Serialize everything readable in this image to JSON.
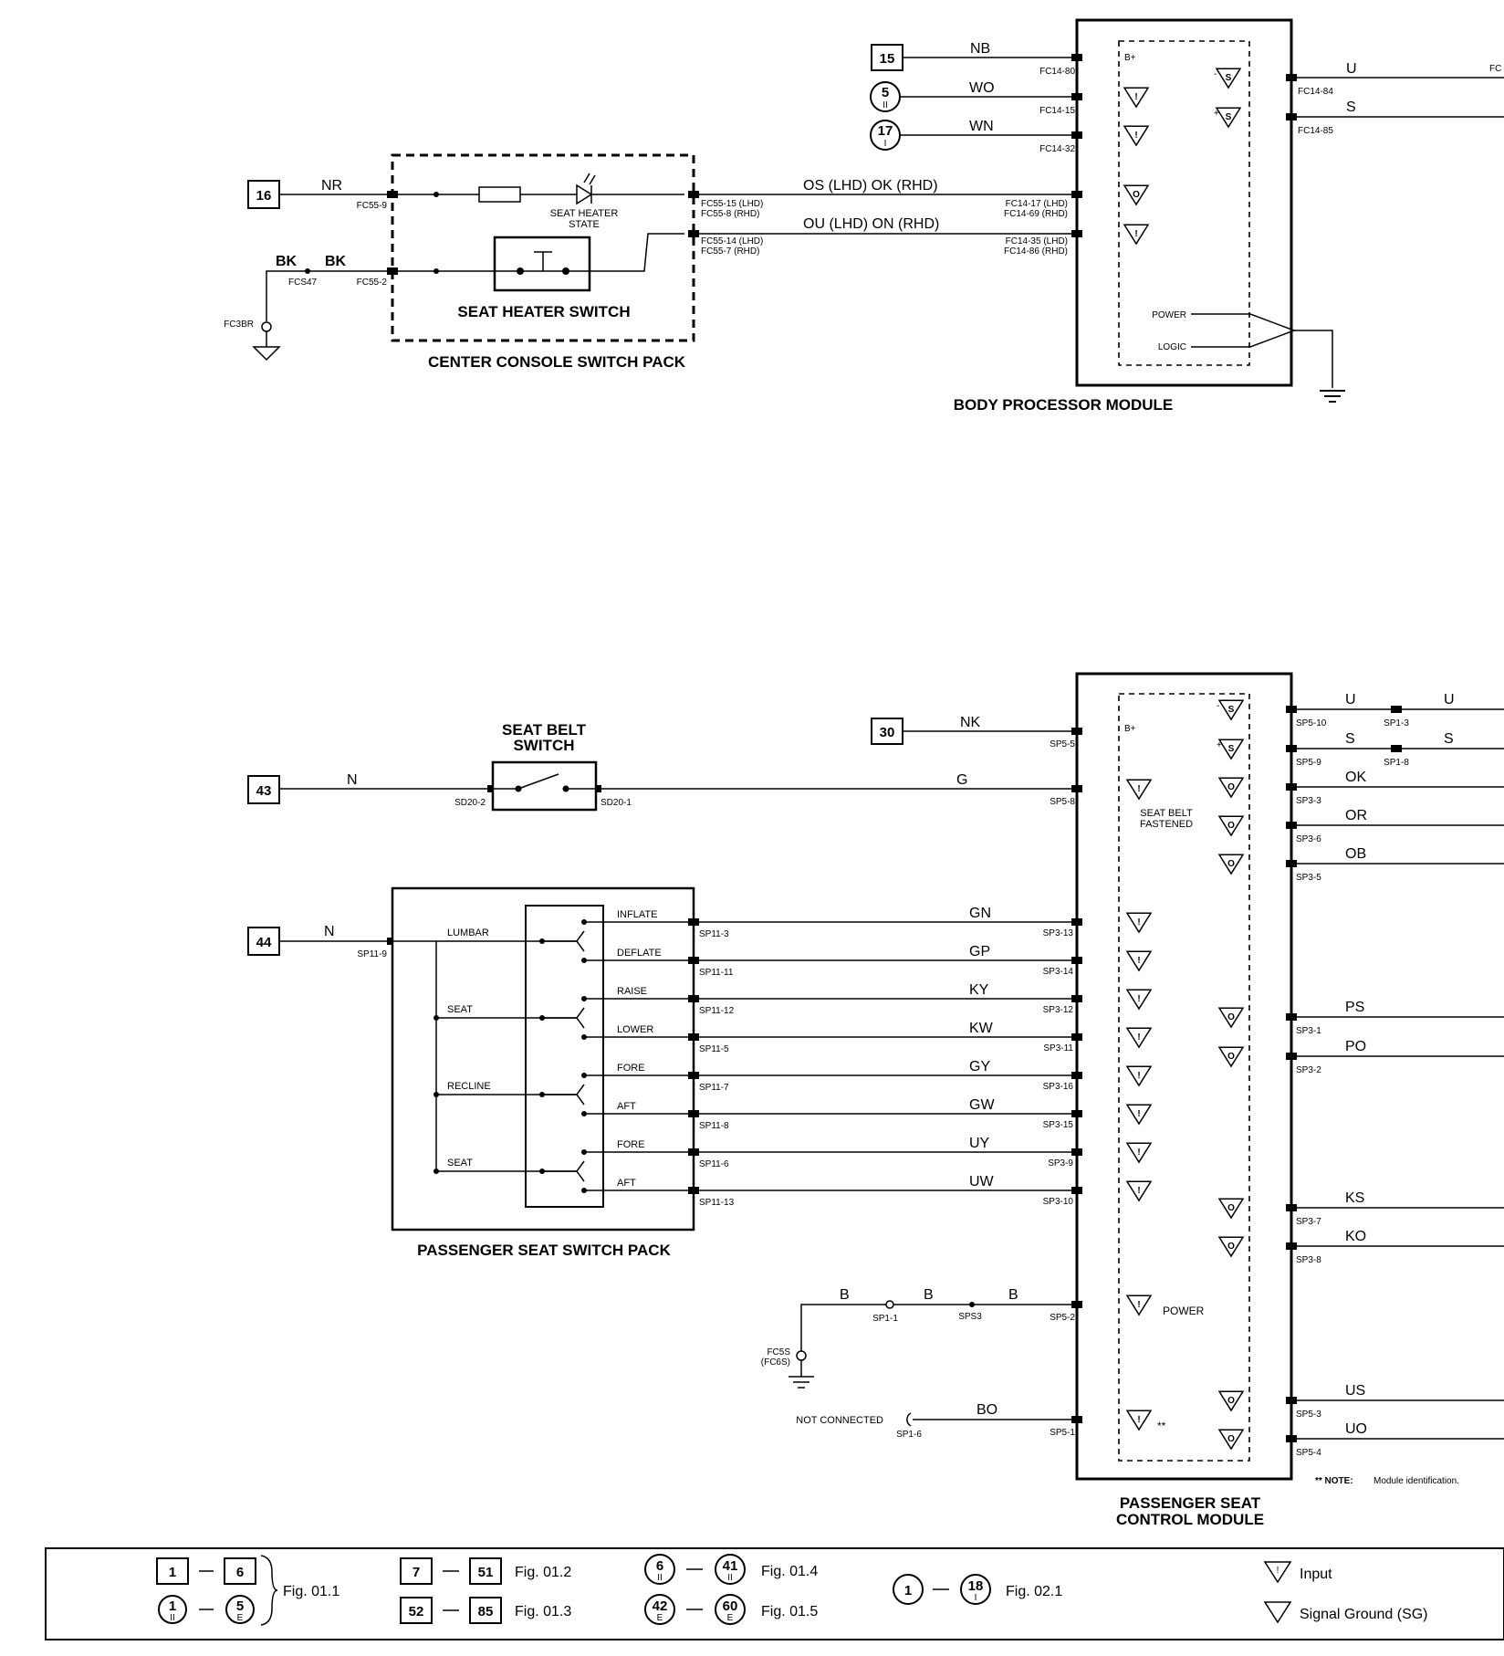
{
  "top": {
    "bpm": {
      "title": "BODY PROCESSOR MODULE",
      "bplus": "B+",
      "power": "POWER",
      "logic": "LOGIC"
    },
    "ccsp": {
      "title": "CENTER CONSOLE SWITCH PACK",
      "led_label_1": "SEAT HEATER",
      "led_label_2": "STATE",
      "switch_label": "SEAT HEATER SWITCH",
      "pin_in": "FC55-9",
      "pin_gnd": "FC55-2",
      "pin_out1_lhd": "FC55-15 (LHD)",
      "pin_out1_rhd": "FC55-8 (RHD)",
      "pin_out2_lhd": "FC55-14 (LHD)",
      "pin_out2_rhd": "FC55-7 (RHD)"
    },
    "wires": {
      "nb": {
        "label": "NB",
        "pin": "FC14-80",
        "ref": "15"
      },
      "wo": {
        "label": "WO",
        "pin": "FC14-15",
        "ref": "5",
        "ref_sub": "II"
      },
      "wn": {
        "label": "WN",
        "pin": "FC14-32",
        "ref": "17",
        "ref_sub": "I"
      },
      "nr": {
        "label": "NR",
        "ref": "16"
      },
      "os": {
        "label": "OS (LHD)  OK (RHD)",
        "pin_lhd": "FC14-17 (LHD)",
        "pin_rhd": "FC14-69 (RHD)"
      },
      "ou": {
        "label": "OU (LHD)  ON (RHD)",
        "pin_lhd": "FC14-35 (LHD)",
        "pin_rhd": "FC14-86 (RHD)"
      },
      "bk1": "BK",
      "bk2": "BK",
      "splice": "FCS47",
      "ground": "FC3BR",
      "u_out": {
        "label": "U",
        "pin": "FC14-84",
        "edge": "FC"
      },
      "s_out": {
        "label": "S",
        "pin": "FC14-85"
      }
    }
  },
  "bottom": {
    "pscm": {
      "title_1": "PASSENGER SEAT",
      "title_2": "CONTROL MODULE",
      "bplus": "B+",
      "fastened_1": "SEAT BELT",
      "fastened_2": "FASTENED",
      "power": "POWER",
      "note_mark": "**"
    },
    "seatbelt": {
      "title_1": "SEAT BELT",
      "title_2": "SWITCH",
      "pin_in": "SD20-2",
      "pin_out": "SD20-1",
      "wire_in": "N",
      "wire_out": "G",
      "ref": "43",
      "module_pin": "SP5-8"
    },
    "nk": {
      "label": "NK",
      "ref": "30",
      "pin": "SP5-5"
    },
    "pssp": {
      "title": "PASSENGER SEAT SWITCH PACK",
      "ref": "44",
      "wire_in": "N",
      "pin_in": "SP11-9",
      "groups": [
        "LUMBAR",
        "SEAT",
        "RECLINE",
        "SEAT"
      ],
      "switches": [
        {
          "label": "INFLATE",
          "pin": "SP11-3",
          "wire": "GN",
          "mpin": "SP3-13"
        },
        {
          "label": "DEFLATE",
          "pin": "SP11-11",
          "wire": "GP",
          "mpin": "SP3-14"
        },
        {
          "label": "RAISE",
          "pin": "SP11-12",
          "wire": "KY",
          "mpin": "SP3-12"
        },
        {
          "label": "LOWER",
          "pin": "SP11-5",
          "wire": "KW",
          "mpin": "SP3-11"
        },
        {
          "label": "FORE",
          "pin": "SP11-7",
          "wire": "GY",
          "mpin": "SP3-16"
        },
        {
          "label": "AFT",
          "pin": "SP11-8",
          "wire": "GW",
          "mpin": "SP3-15"
        },
        {
          "label": "FORE",
          "pin": "SP11-6",
          "wire": "UY",
          "mpin": "SP3-9"
        },
        {
          "label": "AFT",
          "pin": "SP11-13",
          "wire": "UW",
          "mpin": "SP3-10"
        }
      ]
    },
    "outputs": [
      {
        "wire": "U",
        "pin": "SP5-10",
        "splice": "SP1-3",
        "wire2": "U"
      },
      {
        "wire": "S",
        "pin": "SP5-9",
        "splice": "SP1-8",
        "wire2": "S"
      },
      {
        "wire": "OK",
        "pin": "SP3-3"
      },
      {
        "wire": "OR",
        "pin": "SP3-6"
      },
      {
        "wire": "OB",
        "pin": "SP3-5"
      },
      {
        "wire": "PS",
        "pin": "SP3-1"
      },
      {
        "wire": "PO",
        "pin": "SP3-2"
      },
      {
        "wire": "KS",
        "pin": "SP3-7"
      },
      {
        "wire": "KO",
        "pin": "SP3-8"
      },
      {
        "wire": "US",
        "pin": "SP5-3"
      },
      {
        "wire": "UO",
        "pin": "SP5-4"
      }
    ],
    "ground_b": {
      "w1": "B",
      "w2": "B",
      "w3": "B",
      "pin1": "SP1-1",
      "splice": "SPS3",
      "mpin": "SP5-2",
      "gnd_1": "FC5S",
      "gnd_2": "(FC6S)"
    },
    "bo": {
      "label": "BO",
      "nc": "NOT CONNECTED",
      "pin_nc": "SP1-6",
      "mpin": "SP5-1"
    },
    "note_1": "** NOTE:",
    "note_2": "Module identification."
  },
  "legend": {
    "g1_a": "1",
    "g1_b": "6",
    "g1_c": "1",
    "g1_c_sub": "II",
    "g1_d": "5",
    "g1_d_sub": "E",
    "g1_fig": "Fig. 01.1",
    "g2_a": "7",
    "g2_b": "51",
    "g2_fig_a": "Fig. 01.2",
    "g2_c": "52",
    "g2_d": "85",
    "g2_fig_b": "Fig. 01.3",
    "g3_a": "6",
    "g3_a_sub": "II",
    "g3_b": "41",
    "g3_b_sub": "II",
    "g3_fig_a": "Fig. 01.4",
    "g3_c": "42",
    "g3_c_sub": "E",
    "g3_d": "60",
    "g3_d_sub": "E",
    "g3_fig_b": "Fig. 01.5",
    "g4_a": "1",
    "g4_b": "18",
    "g4_b_sub": "I",
    "g4_fig": "Fig. 02.1",
    "input": "Input",
    "signal_ground": "Signal Ground (SG)"
  }
}
